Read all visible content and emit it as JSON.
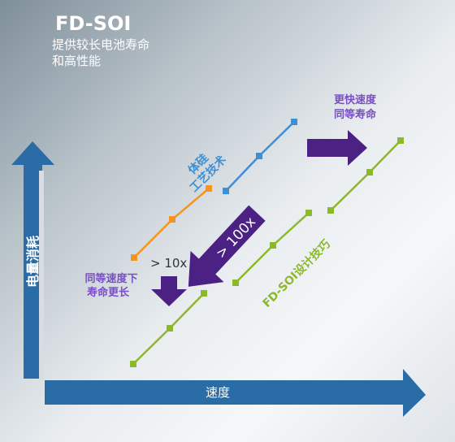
{
  "header": {
    "title": "FD-SOI",
    "subtitle_line1": "提供较长电池寿命",
    "subtitle_line2": "和高性能"
  },
  "axes": {
    "y_label": "电量消耗",
    "x_label": "速度"
  },
  "labels": {
    "bulk_process_line1": "体硅",
    "bulk_process_line2": "工艺技术",
    "fdsoi_design": "FD-SOI设计技巧",
    "same_power_line1": "更快速度",
    "same_power_line2": "同等寿命",
    "same_speed_line1": "同等速度下",
    "same_speed_line2": "寿命更长",
    "factor_10x": "> 10x",
    "factor_100x": "> 100x"
  },
  "colors": {
    "axis_blue": "#2a6ca6",
    "bulk_orange": "#f7941d",
    "bulk_blue": "#3f8fd2",
    "fdsoi_green": "#8cb82b",
    "arrow_purple": "#4b2183",
    "label_purple": "#7a4fc4",
    "title_white": "#ffffff"
  }
}
